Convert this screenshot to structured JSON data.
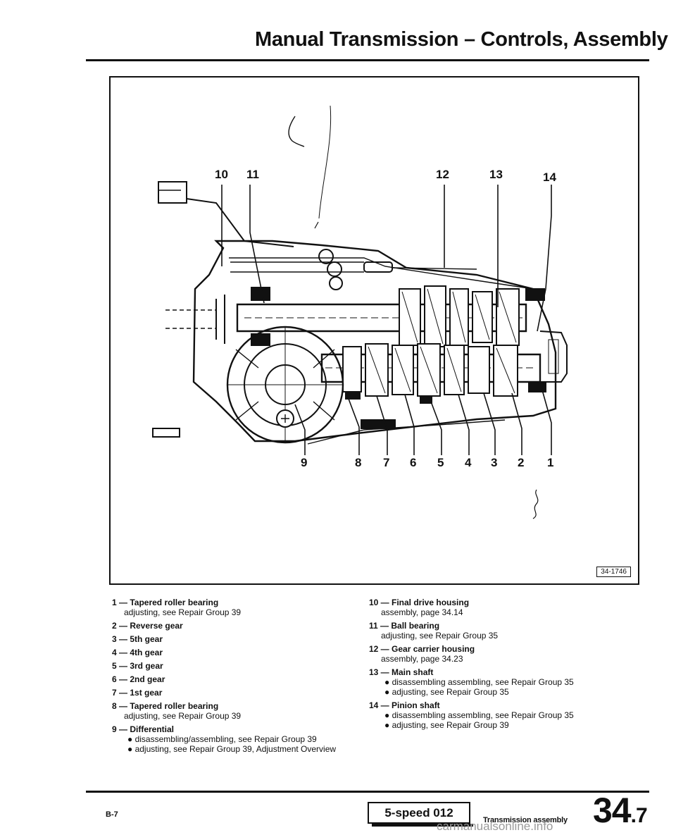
{
  "header": {
    "title": "Manual Transmission – Controls, Assembly"
  },
  "figure": {
    "id": "34-1746",
    "callouts_top": [
      "10",
      "11",
      "12",
      "13",
      "14"
    ],
    "callouts_bottom": [
      "9",
      "8",
      "7",
      "6",
      "5",
      "4",
      "3",
      "2",
      "1"
    ]
  },
  "legend": {
    "left": [
      {
        "title": "1 — Tapered roller bearing",
        "lines": [
          "adjusting, see Repair Group 39"
        ]
      },
      {
        "title": "2 — Reverse gear",
        "lines": []
      },
      {
        "title": "3 — 5th gear",
        "lines": []
      },
      {
        "title": "4 — 4th gear",
        "lines": []
      },
      {
        "title": "5 — 3rd gear",
        "lines": []
      },
      {
        "title": "6 — 2nd gear",
        "lines": []
      },
      {
        "title": "7 — 1st gear",
        "lines": []
      },
      {
        "title": "8 — Tapered roller bearing",
        "lines": [
          "adjusting, see Repair Group 39"
        ]
      },
      {
        "title": "9 — Differential",
        "lines": [
          "● disassembling/assembling, see Repair Group 39",
          "● adjusting, see Repair Group 39, Adjustment Overview"
        ]
      }
    ],
    "right": [
      {
        "title": "10 — Final drive housing",
        "lines": [
          "assembly, page 34.14"
        ]
      },
      {
        "title": "11 — Ball bearing",
        "lines": [
          "adjusting, see Repair Group 35"
        ]
      },
      {
        "title": "12 — Gear carrier housing",
        "lines": [
          "assembly, page 34.23"
        ]
      },
      {
        "title": "13 — Main shaft",
        "lines": [
          "● disassembling assembling, see Repair Group 35",
          "● adjusting, see Repair Group 35"
        ]
      },
      {
        "title": "14 — Pinion shaft",
        "lines": [
          "● disassembling assembling, see Repair Group 35",
          "● adjusting, see Repair Group 39"
        ]
      }
    ]
  },
  "footer": {
    "page_code": "B-7",
    "model": "5-speed 012",
    "section": "Transmission assembly",
    "page_number": "34",
    "page_number_sub": ".7",
    "watermark": "carmanualsonline.info"
  }
}
